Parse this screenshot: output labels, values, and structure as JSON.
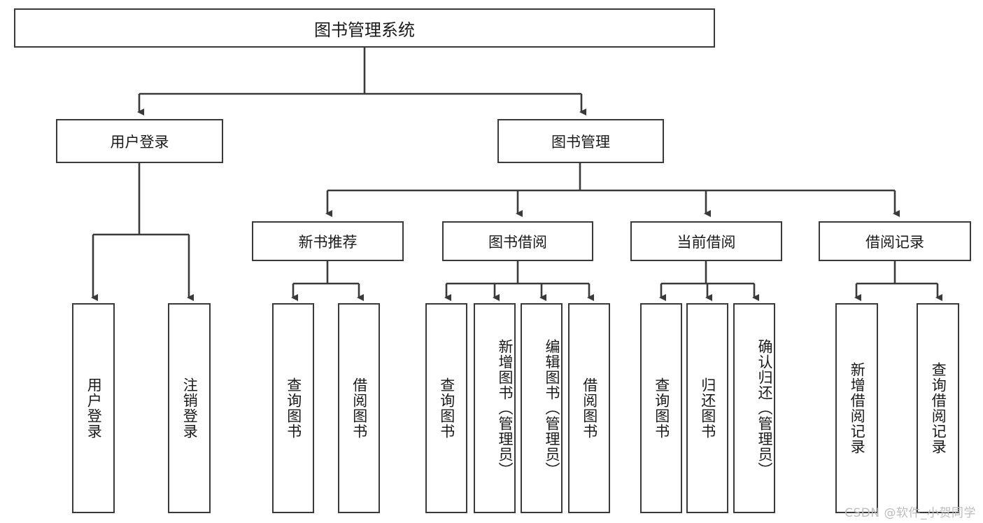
{
  "diagram": {
    "title": "图书管理系统",
    "root": {
      "label": "图书管理系统"
    },
    "level1": [
      {
        "label": "用户登录"
      },
      {
        "label": "图书管理"
      }
    ],
    "level2": [
      {
        "label": "新书推荐"
      },
      {
        "label": "图书借阅"
      },
      {
        "label": "当前借阅"
      },
      {
        "label": "借阅记录"
      }
    ],
    "leaves": {
      "user_login": [
        {
          "label": "用户登录"
        },
        {
          "label": "注销登录"
        }
      ],
      "new_book_recommend": [
        {
          "label": "查询图书"
        },
        {
          "label": "借阅图书"
        }
      ],
      "book_borrow": [
        {
          "label": "查询图书"
        },
        {
          "label": "新增图书（管理员）"
        },
        {
          "label": "编辑图书（管理员）"
        },
        {
          "label": "借阅图书"
        }
      ],
      "current_borrow": [
        {
          "label": "查询图书"
        },
        {
          "label": "归还图书"
        },
        {
          "label": "确认归还（管理员）"
        }
      ],
      "borrow_record": [
        {
          "label": "新增借阅记录"
        },
        {
          "label": "查询借阅记录"
        }
      ]
    },
    "watermark": "CSDN @软件_小贺同学",
    "colors": {
      "stroke": "#3a3a3a",
      "fill": "#ffffff",
      "text": "#1a1a1a",
      "watermark": "#bdbdbd"
    }
  }
}
